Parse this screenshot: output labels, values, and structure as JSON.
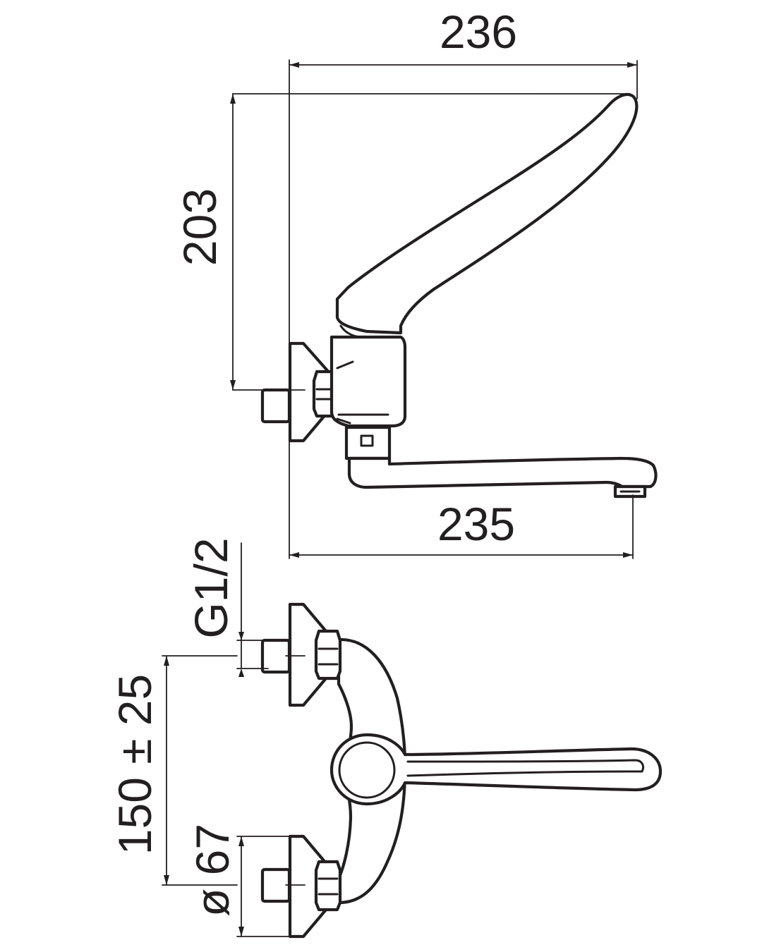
{
  "dimensions": {
    "total_width": "236",
    "total_height": "203",
    "spout_reach": "235",
    "connection_thread": "G1/2",
    "inlet_centers": "150 ± 25",
    "flange_diameter": "ø 67"
  },
  "colors": {
    "line": "#231f20",
    "background": "#ffffff"
  }
}
